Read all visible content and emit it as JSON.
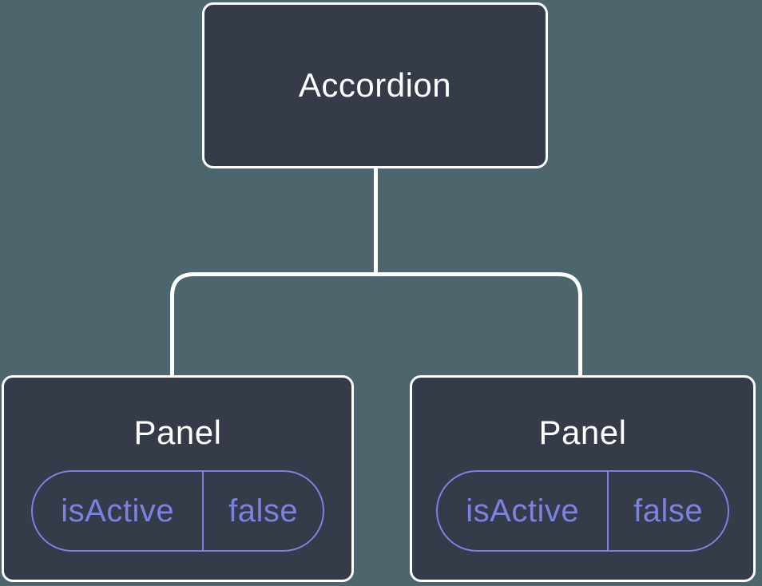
{
  "diagram": {
    "type": "component-tree",
    "root": {
      "label": "Accordion"
    },
    "children": [
      {
        "label": "Panel",
        "state": {
          "key": "isActive",
          "value": "false"
        }
      },
      {
        "label": "Panel",
        "state": {
          "key": "isActive",
          "value": "false"
        }
      }
    ]
  },
  "colors": {
    "background": "#4d656d",
    "node_fill": "#353b48",
    "node_border": "#ffffff",
    "connector": "#ffffff",
    "label_text": "#ffffff",
    "state_accent": "#7b82e0"
  }
}
